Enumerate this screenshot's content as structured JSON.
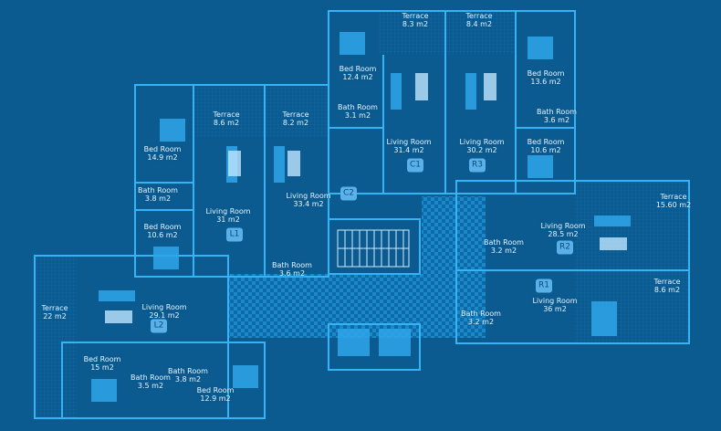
{
  "colors": {
    "background": "#0b5b90",
    "wall": "#34b4f5",
    "furniture": "#3fb8ff",
    "text": "#e6f4ff"
  },
  "rooms": [
    {
      "name": "Terrace",
      "area": "8.3 m2"
    },
    {
      "name": "Terrace",
      "area": "8.4 m2"
    },
    {
      "name": "Bed Room",
      "area": "12.4 m2"
    },
    {
      "name": "Bed Room",
      "area": "13.6 m2"
    },
    {
      "name": "Bath Room",
      "area": "3.1 m2"
    },
    {
      "name": "Bath Room",
      "area": "3.6 m2"
    },
    {
      "name": "Terrace",
      "area": "8.6 m2"
    },
    {
      "name": "Terrace",
      "area": "8.2 m2"
    },
    {
      "name": "Bed Room",
      "area": "14.9 m2"
    },
    {
      "name": "Living Room",
      "area": "31.4  m2"
    },
    {
      "name": "Living Room",
      "area": "30.2  m2"
    },
    {
      "name": "Bed Room",
      "area": "10.6 m2"
    },
    {
      "name": "Bath Room",
      "area": "3.8 m2"
    },
    {
      "name": "Living Room",
      "area": "33.4  m2"
    },
    {
      "name": "Terrace",
      "area": "15.60 m2"
    },
    {
      "name": "Living Room",
      "area": "31 m2"
    },
    {
      "name": "Bed Room",
      "area": "10.6 m2"
    },
    {
      "name": "Living Room",
      "area": "28.5 m2"
    },
    {
      "name": "Bath Room",
      "area": "3.2 m2"
    },
    {
      "name": "Bath Room",
      "area": "3.6 m2"
    },
    {
      "name": "Living Room",
      "area": "36  m2"
    },
    {
      "name": "Terrace",
      "area": "8.6 m2"
    },
    {
      "name": "Terrace",
      "area": "22 m2"
    },
    {
      "name": "Living Room",
      "area": "29.1 m2"
    },
    {
      "name": "Bath Room",
      "area": "3.2 m2"
    },
    {
      "name": "Bed Room",
      "area": "15 m2"
    },
    {
      "name": "Bath Room",
      "area": "3.8 m2"
    },
    {
      "name": "Bath Room",
      "area": "3.5 m2"
    },
    {
      "name": "Bed Room",
      "area": "12.9 m2"
    }
  ],
  "units": [
    "C1",
    "R3",
    "C2",
    "L1",
    "R2",
    "R1",
    "L2"
  ]
}
